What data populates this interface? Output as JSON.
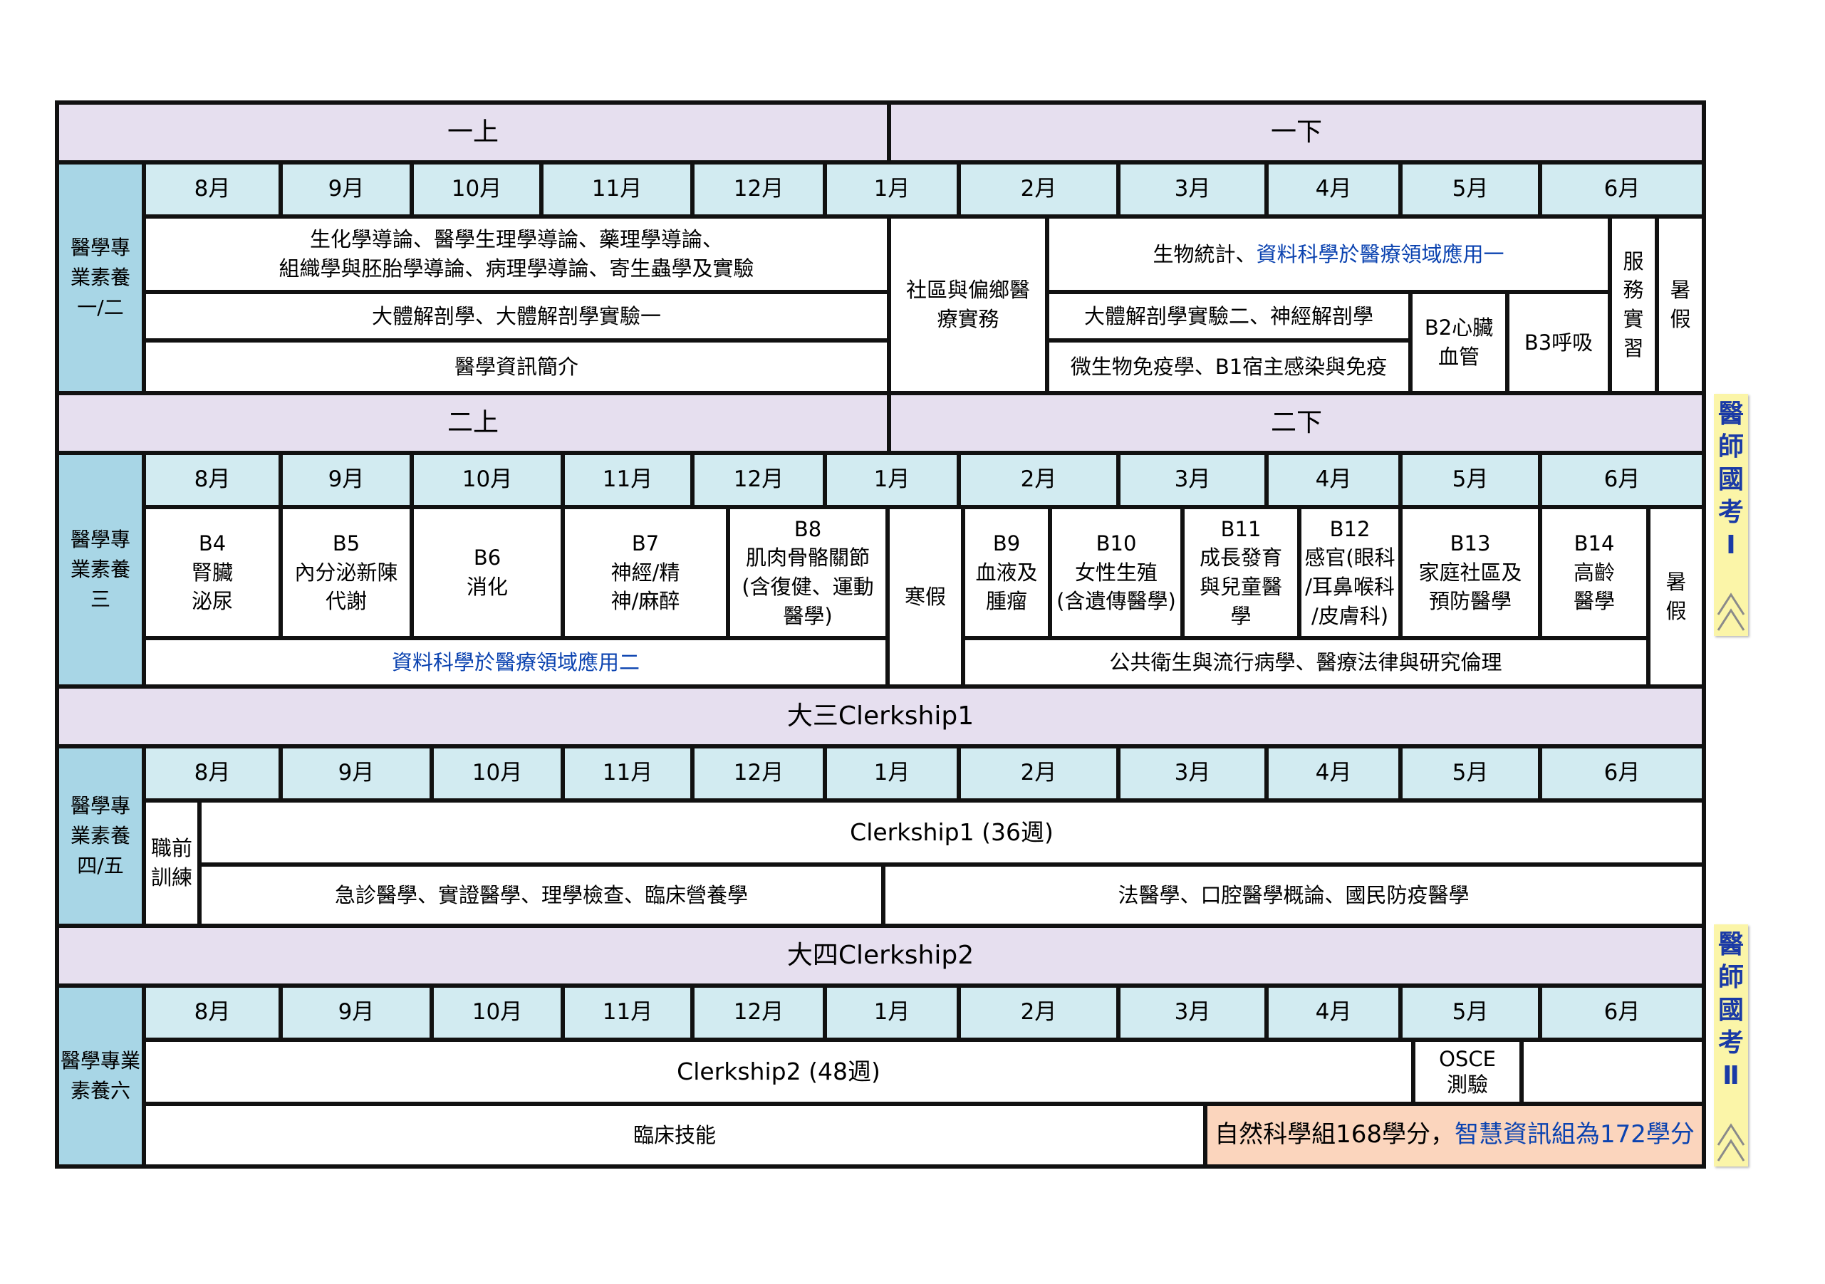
{
  "year1": {
    "sem_upper": "一上",
    "sem_lower": "一下",
    "category": [
      "醫學專",
      "業素養",
      "一/二"
    ],
    "courses": {
      "intro_line1": "生化學導論、醫學生理學導論、藥理學導論、",
      "intro_line2": "組織學與胚胎學導論、病理學導論、寄生蟲學及實驗",
      "anatomy1": "大體解剖學、大體解剖學實驗一",
      "info": "醫學資訊簡介",
      "community": [
        "社區與偏鄉醫",
        "療實務"
      ],
      "stats_prefix": "生物統計、",
      "stats_blue": "資料科學於醫療領域應用一",
      "anatomy2": "大體解剖學實驗二、神經解剖學",
      "micro": "微生物免疫學、B1宿主感染與免疫",
      "b2": [
        "B2心臟",
        "血管"
      ],
      "b3": "B3呼吸",
      "service": [
        "服",
        "務",
        "實",
        "習"
      ],
      "summer": [
        "暑",
        "假"
      ]
    }
  },
  "year2": {
    "sem_upper": "二上",
    "sem_lower": "二下",
    "category": [
      "醫學專",
      "業素養",
      "三"
    ],
    "blocks": {
      "b4": [
        "B4",
        "腎臟",
        "泌尿"
      ],
      "b5": [
        "B5",
        "內分泌新陳",
        "代謝"
      ],
      "b6": [
        "B6",
        "消化"
      ],
      "b7": [
        "B7",
        "神經/精",
        "神/麻醉"
      ],
      "b8": [
        "B8",
        "肌肉骨骼關節",
        "(含復健、運動",
        "醫學)"
      ],
      "winter": "寒假",
      "b9": [
        "B9",
        "血液及",
        "腫瘤"
      ],
      "b10": [
        "B10",
        "女性生殖",
        "(含遺傳醫學)"
      ],
      "b11": [
        "B11",
        "成長發育",
        "與兒童醫",
        "學"
      ],
      "b12": [
        "B12",
        "感官(眼科",
        "/耳鼻喉科",
        "/皮膚科)"
      ],
      "b13": [
        "B13",
        "家庭社區及",
        "預防醫學"
      ],
      "b14": [
        "B14",
        "高齡",
        "醫學"
      ],
      "summer": [
        "暑",
        "假"
      ],
      "data_science2": "資料科學於醫療領域應用二",
      "public_health": "公共衛生與流行病學、醫療法律與研究倫理"
    }
  },
  "year3": {
    "title": "大三Clerkship1",
    "category": [
      "醫學專",
      "業素養",
      "四/五"
    ],
    "pretraining": [
      "職前",
      "訓練"
    ],
    "clerkship": "Clerkship1 (36週)",
    "courses_left": "急診醫學、實證醫學、理學檢查、臨床營養學",
    "courses_right": "法醫學、口腔醫學概論、國民防疫醫學"
  },
  "year4": {
    "title": "大四Clerkship2",
    "category": [
      "醫學專業",
      "素養六"
    ],
    "clerkship": "Clerkship2 (48週)",
    "osce": [
      "OSCE",
      "測驗"
    ],
    "clinical": "臨床技能",
    "credits_natural": "自然科學組168學分，",
    "credits_info": "智慧資訊組為172學分"
  },
  "months": [
    "8月",
    "9月",
    "10月",
    "11月",
    "12月",
    "1月",
    "2月",
    "3月",
    "4月",
    "5月",
    "6月"
  ],
  "exam1": [
    "醫",
    "師",
    "國",
    "考",
    "Ⅰ"
  ],
  "exam2": [
    "醫",
    "師",
    "國",
    "考",
    "Ⅱ"
  ],
  "colors": {
    "header": "#e6dfef",
    "month": "#d2ebf1",
    "category": "#a8d6e6",
    "credits": "#fbd5bd",
    "blue_text": "#0b43b0",
    "board": "#fbf5a8"
  }
}
